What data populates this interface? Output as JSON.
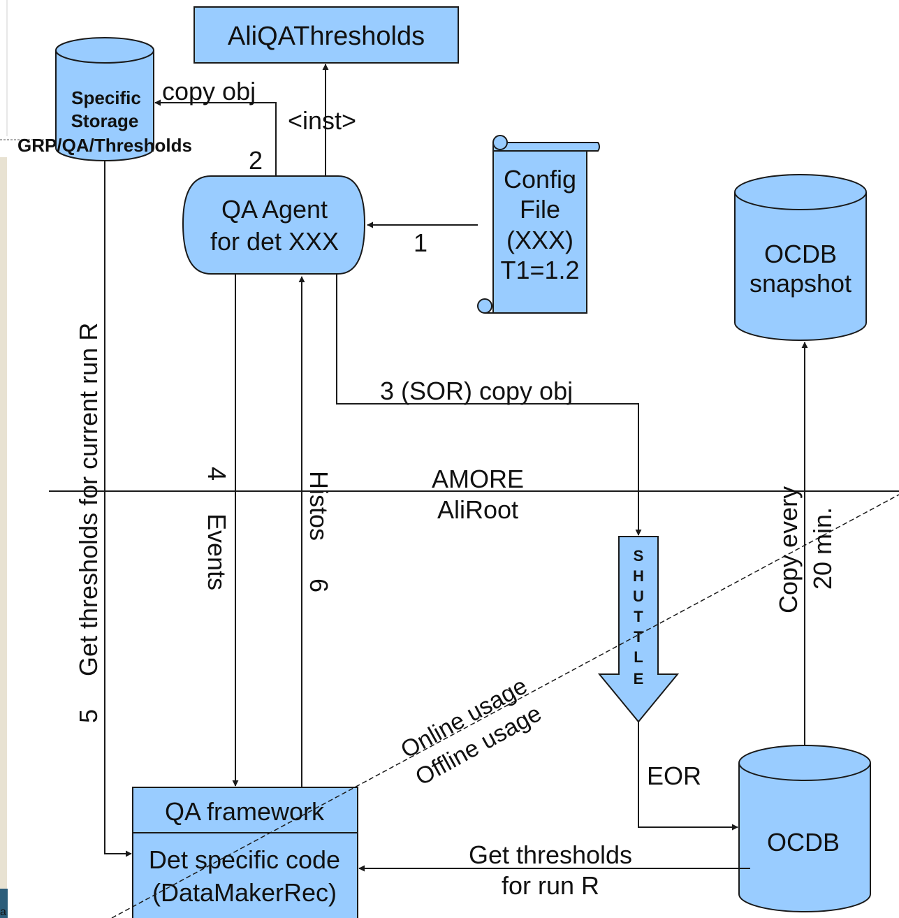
{
  "colors": {
    "box_fill": "#99ccff",
    "stroke": "#1a1a1a",
    "side_strip": "#e8e2d2",
    "corner_badge": "#2c5d7a"
  },
  "nodes": {
    "ali_qa_thresholds": "AliQAThresholds",
    "specific_storage_line1": "Specific",
    "specific_storage_line2": "Storage",
    "storage_path": "GRP/QA/Thresholds",
    "qa_agent_line1": "QA Agent",
    "qa_agent_line2": "for det XXX",
    "config_line1": "Config",
    "config_line2": "File",
    "config_line3": "(XXX)",
    "config_line4": "T1=1.2",
    "ocdb_snapshot_line1": "OCDB",
    "ocdb_snapshot_line2": "snapshot",
    "qa_framework": "QA framework",
    "det_specific_line1": "Det specific code",
    "det_specific_line2": "(DataMakerRec)",
    "ocdb": "OCDB",
    "shuttle_letters": [
      "S",
      "H",
      "U",
      "T",
      "T",
      "L",
      "E"
    ]
  },
  "labels": {
    "copy_obj": "copy obj",
    "inst": "<inst>",
    "step2": "2",
    "step1": "1",
    "sor_copy": "3 (SOR) copy obj",
    "amore": "AMORE",
    "aliroot": "AliRoot",
    "get_thresholds_current": "Get thresholds for current run R",
    "step5": "5",
    "step4": "4",
    "events": "Events",
    "step6": "6",
    "histos": "Histos",
    "copy_every": "Copy every",
    "twenty_min": "20 min.",
    "online_usage": "Online usage",
    "offline_usage": "Offline usage",
    "eor": "EOR",
    "get_thresholds_run_line1": "Get thresholds",
    "get_thresholds_run_line2": "for run R",
    "corner_letter": "a"
  }
}
